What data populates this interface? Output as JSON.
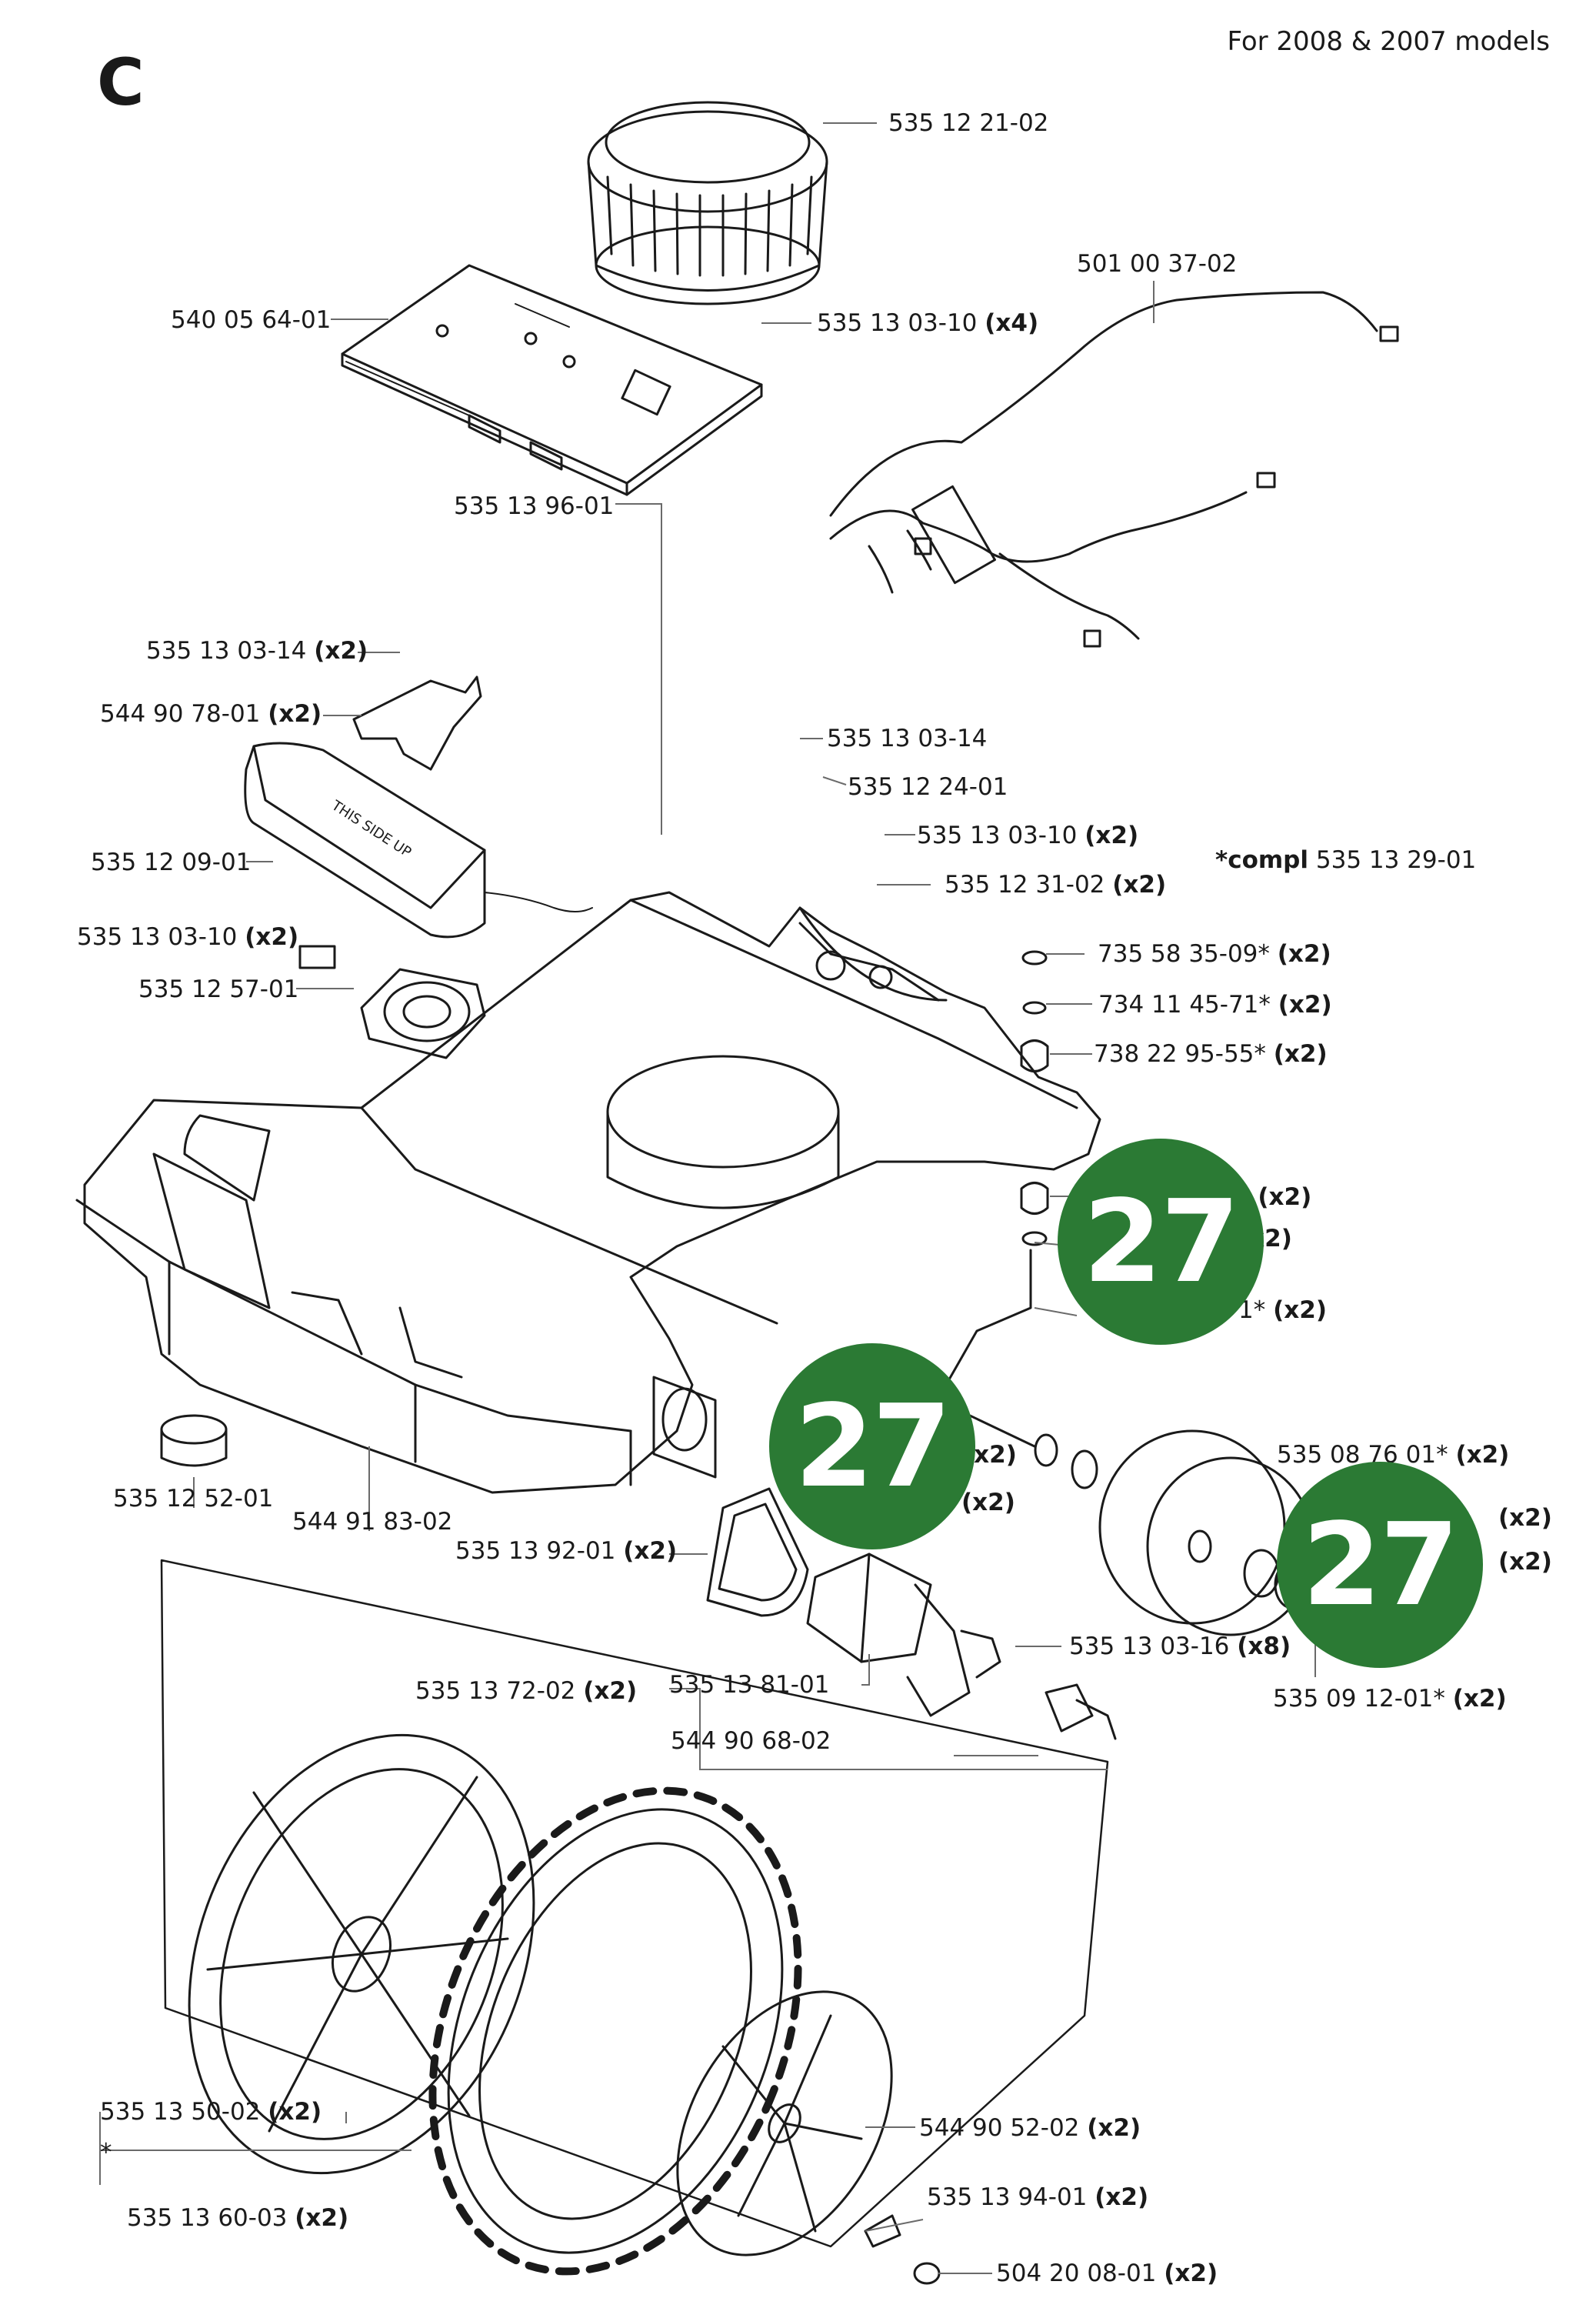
{
  "section_letter": "C",
  "model_note": "For 2008 & 2007 models",
  "compl_note": {
    "prefix": "*compl",
    "part": "535 13 29-01"
  },
  "labels": [
    {
      "part": "535 12 21-02",
      "qty": ""
    },
    {
      "part": "501 00 37-02",
      "qty": ""
    },
    {
      "part": "540 05 64-01",
      "qty": ""
    },
    {
      "part": "535 13 03-10",
      "qty": "(x4)"
    },
    {
      "part": "535 13 96-01",
      "qty": ""
    },
    {
      "part": "535 13 03-14",
      "qty": "(x2)"
    },
    {
      "part": "544 90 78-01",
      "qty": "(x2)"
    },
    {
      "part": "535 13 03-14",
      "qty": ""
    },
    {
      "part": "535 12 24-01",
      "qty": ""
    },
    {
      "part": "535 13 03-10",
      "qty": "(x2)"
    },
    {
      "part": "535 12 09-01",
      "qty": ""
    },
    {
      "part": "535 12 31-02",
      "qty": "(x2)"
    },
    {
      "part": "535 13 03-10",
      "qty": "(x2)"
    },
    {
      "part": "735 58 35-09*",
      "qty": "(x2)"
    },
    {
      "part": "535 12 57-01",
      "qty": ""
    },
    {
      "part": "734 11 45-71*",
      "qty": "(x2)"
    },
    {
      "part": "738 22 95-55*",
      "qty": "(x2)"
    },
    {
      "part": "*",
      "qty": "(x2)"
    },
    {
      "part": "",
      "qty": "(x2)"
    },
    {
      "part": "1*",
      "qty": "(x2)"
    },
    {
      "part": "",
      "qty": "(x2)"
    },
    {
      "part": "535 08 76 01*",
      "qty": "(x2)"
    },
    {
      "part": "",
      "qty": "(x2)"
    },
    {
      "part": "",
      "qty": "(x2)"
    },
    {
      "part": "",
      "qty": "(x2)"
    },
    {
      "part": "535 12 52-01",
      "qty": ""
    },
    {
      "part": "544 91 83-02",
      "qty": ""
    },
    {
      "part": "535 13 92-01",
      "qty": "(x2)"
    },
    {
      "part": "535 13 03-16",
      "qty": "(x8)"
    },
    {
      "part": "535 13 81-01",
      "qty": ""
    },
    {
      "part": "535 13 72-02",
      "qty": "(x2)"
    },
    {
      "part": "535 09 12-01*",
      "qty": "(x2)"
    },
    {
      "part": "544 90 68-02",
      "qty": ""
    },
    {
      "part": "535 13 50-02",
      "qty": "(x2)"
    },
    {
      "part": "544 90 52-02",
      "qty": "(x2)"
    },
    {
      "part": "*",
      "qty": ""
    },
    {
      "part": "535 13 94-01",
      "qty": "(x2)"
    },
    {
      "part": "535 13 60-03",
      "qty": "(x2)"
    },
    {
      "part": "504 20 08-01",
      "qty": "(x2)"
    }
  ],
  "badges": [
    "27",
    "27",
    "27"
  ],
  "battery_text": "THIS SIDE UP",
  "colors": {
    "badge": "#2b7a34",
    "line": "#1a1a1a",
    "leader": "#6a6a6a"
  }
}
